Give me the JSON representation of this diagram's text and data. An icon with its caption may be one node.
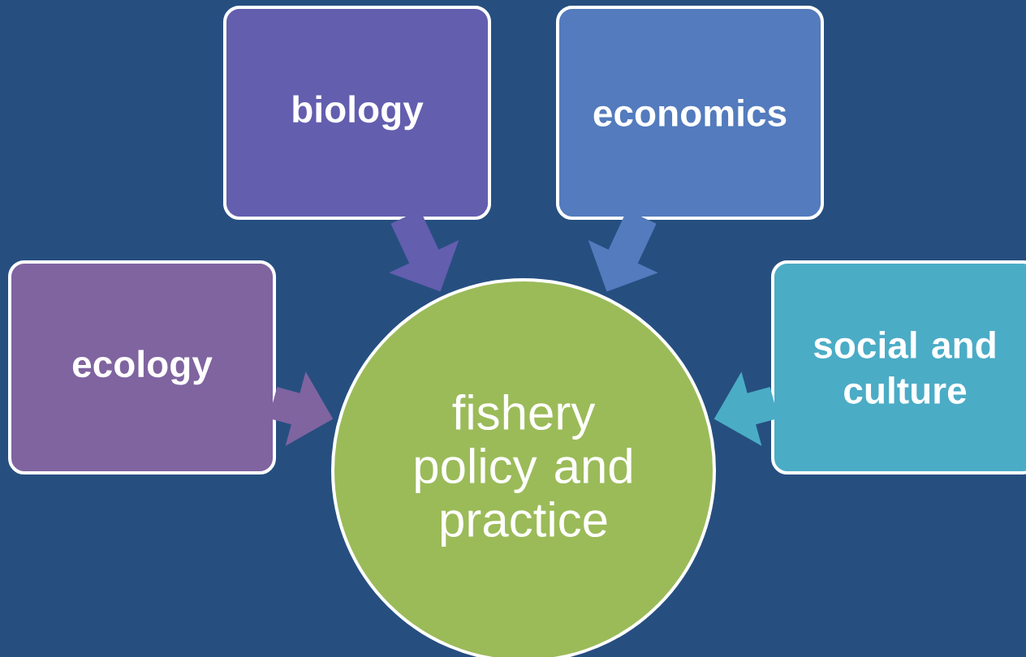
{
  "diagram": {
    "nodes": [
      {
        "text": [
          "ecology"
        ]
      },
      {
        "text": [
          "biology"
        ]
      },
      {
        "text": [
          "economics"
        ]
      },
      {
        "text": [
          "social and culture"
        ]
      },
      {
        "text": [
          "fishery policy and practice"
        ]
      }
    ],
    "edges": [
      {
        "from": 0,
        "to": 4,
        "arrow": "to",
        "color": "#7f64a0"
      },
      {
        "from": 1,
        "to": 4,
        "arrow": "to",
        "color": "#635eae"
      },
      {
        "from": 2,
        "to": 4,
        "arrow": "to",
        "color": "#537bbd"
      },
      {
        "from": 3,
        "to": 4,
        "arrow": "to",
        "color": "#4bacc6"
      }
    ]
  }
}
